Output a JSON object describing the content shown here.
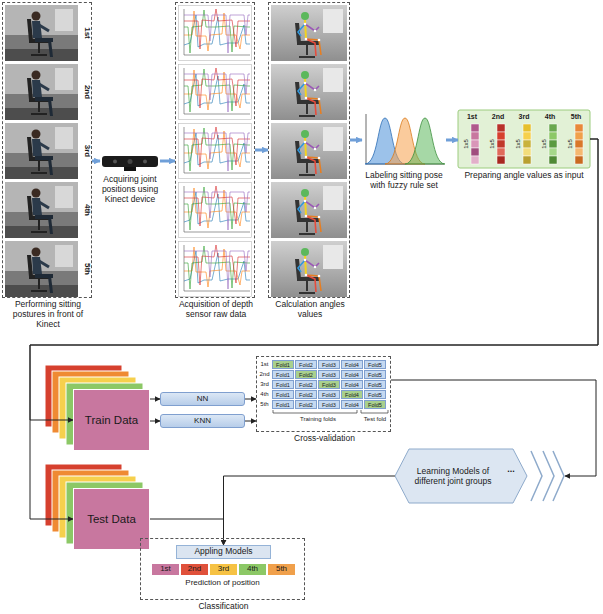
{
  "diagram": {
    "nodes": [
      {
        "text": [
          "Performing sitting postures in front of Kinect"
        ]
      },
      {
        "text": [
          "Acquiring joint positions using Kinect device"
        ]
      },
      {
        "text": [
          "Acquisition of depth sensor raw data"
        ]
      },
      {
        "text": [
          "Calculation angles values"
        ]
      },
      {
        "text": [
          "Labeling sitting pose with fuzzy rule set"
        ]
      },
      {
        "text": [
          "Preparing angle values as input"
        ]
      },
      {
        "text": [
          "Train Data"
        ]
      },
      {
        "text": [
          "NN"
        ]
      },
      {
        "text": [
          "KNN"
        ]
      },
      {
        "text": [
          "Cross-validation"
        ]
      },
      {
        "text": [
          "Test Data"
        ]
      },
      {
        "text": [
          "Learning Models of different joint groups"
        ]
      },
      {
        "text": [
          "Classification"
        ]
      },
      {
        "text": [
          "Appling Models"
        ],
        "in": 12
      },
      {
        "text": [
          "1st"
        ],
        "in": 12
      },
      {
        "text": [
          "2nd"
        ],
        "in": 12
      },
      {
        "text": [
          "3rd"
        ],
        "in": 12
      },
      {
        "text": [
          "4th"
        ],
        "in": 12
      },
      {
        "text": [
          "5th"
        ],
        "in": 12
      }
    ],
    "edges": [
      {
        "from": 0,
        "to": 1,
        "arrow": "to"
      },
      {
        "from": 1,
        "to": 2,
        "arrow": "to"
      },
      {
        "from": 2,
        "to": 3,
        "arrow": "to"
      },
      {
        "from": 3,
        "to": 4,
        "arrow": "to"
      },
      {
        "from": 4,
        "to": 5,
        "arrow": "to"
      },
      {
        "from": 5,
        "to": 6,
        "arrow": "to"
      },
      {
        "from": 5,
        "to": 10,
        "arrow": "to"
      },
      {
        "from": 6,
        "to": 7,
        "arrow": "to"
      },
      {
        "from": 6,
        "to": 8,
        "arrow": "to"
      },
      {
        "from": 7,
        "to": 9,
        "arrow": "to"
      },
      {
        "from": 8,
        "to": 9,
        "arrow": "to"
      },
      {
        "from": 9,
        "to": 11,
        "arrow": "to"
      },
      {
        "from": 11,
        "to": 13,
        "arrow": "to"
      },
      {
        "from": 10,
        "to": 13,
        "arrow": "to"
      }
    ],
    "labels": [
      "1st",
      "2nd",
      "3rd",
      "4th",
      "5th",
      "1st",
      "2nd",
      "3rd",
      "4th",
      "5th",
      "1x5",
      "1x5",
      "1x5",
      "1x5",
      "1x5",
      "1st",
      "2nd",
      "3rd",
      "4th",
      "5th",
      "Fold1",
      "Fold2",
      "Fold3",
      "Fold4",
      "Fold5",
      "Fold1",
      "Fold2",
      "Fold3",
      "Fold4",
      "Fold5",
      "Fold1",
      "Fold2",
      "Fold3",
      "Fold4",
      "Fold5",
      "Fold1",
      "Fold2",
      "Fold3",
      "Fold4",
      "Fold5",
      "Fold1",
      "Fold2",
      "Fold3",
      "Fold4",
      "Fold5",
      "Training folds",
      "Test fold",
      "...",
      "Prediction of position"
    ]
  }
}
